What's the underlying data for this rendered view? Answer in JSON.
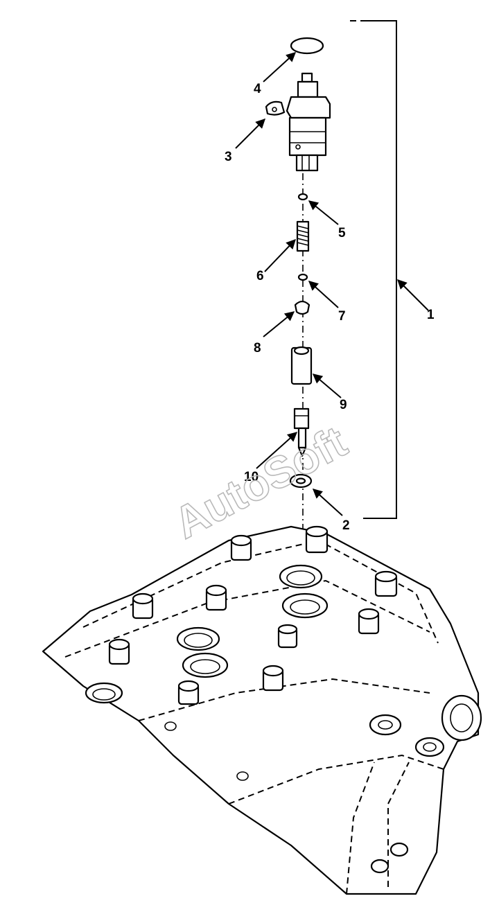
{
  "watermark": "AutoSoft",
  "callouts": [
    {
      "label": "1"
    },
    {
      "label": "2"
    },
    {
      "label": "3"
    },
    {
      "label": "4"
    },
    {
      "label": "5"
    },
    {
      "label": "6"
    },
    {
      "label": "7"
    },
    {
      "label": "8"
    },
    {
      "label": "9"
    },
    {
      "label": "10"
    }
  ]
}
